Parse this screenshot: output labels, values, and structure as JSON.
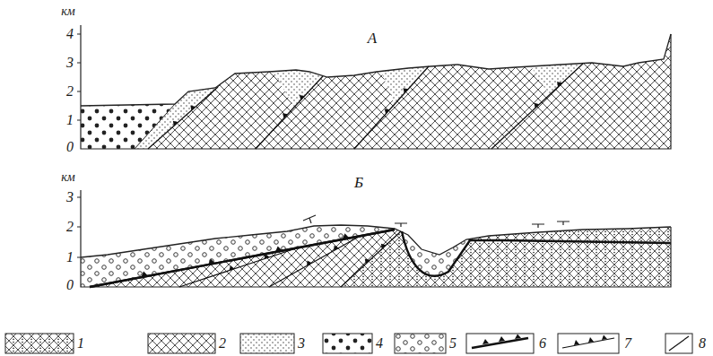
{
  "diagram": {
    "labels": [
      "км",
      "4",
      "3",
      "2",
      "1",
      "0",
      "А",
      "км",
      "3",
      "2",
      "1",
      "0",
      "Б"
    ],
    "legend": [
      {
        "text": "1"
      },
      {
        "text": "2"
      },
      {
        "text": "3"
      },
      {
        "text": "4"
      },
      {
        "text": "5"
      },
      {
        "text": "6"
      },
      {
        "text": "7"
      },
      {
        "text": "8"
      }
    ]
  }
}
